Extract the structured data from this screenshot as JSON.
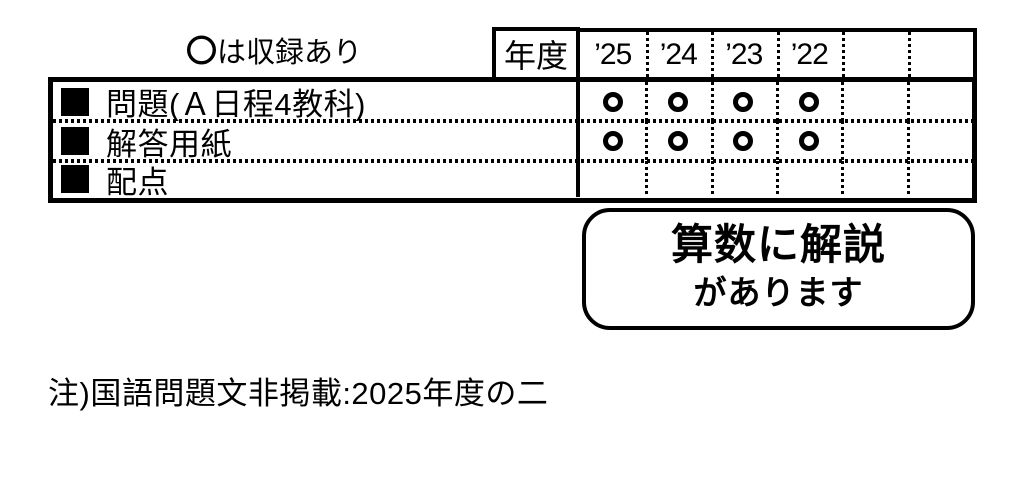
{
  "legend": {
    "mark": "〇",
    "text": "は収録あり"
  },
  "header": {
    "year_label": "年度",
    "years": [
      "’25",
      "’24",
      "’23",
      "’22",
      "",
      ""
    ]
  },
  "table": {
    "mark_symbol": "〇",
    "rows": [
      {
        "label": "問題(Ａ日程4教科)",
        "marks": [
          true,
          true,
          true,
          true,
          false,
          false
        ]
      },
      {
        "label": "解答用紙",
        "marks": [
          true,
          true,
          true,
          true,
          false,
          false
        ]
      },
      {
        "label": "配点",
        "marks": [
          false,
          false,
          false,
          false,
          false,
          false
        ]
      }
    ]
  },
  "callout": {
    "line1": "算数に解説",
    "line2": "があります"
  },
  "note": "注)国語問題文非掲載:2025年度の二",
  "colors": {
    "ink": "#000000",
    "background": "#ffffff"
  }
}
